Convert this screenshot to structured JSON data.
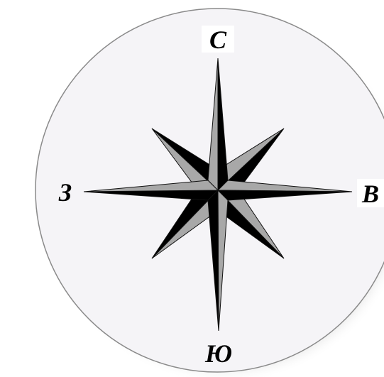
{
  "compass": {
    "labels": {
      "north": "С",
      "east": "В",
      "south": "Ю",
      "west": "З"
    },
    "colors": {
      "disc_fill": "#f5f4f7",
      "disc_stroke": "#8a8a8a",
      "dark_facet": "#000000",
      "light_facet": "#a8a8a8",
      "outline": "#111111",
      "shadow": "#c9c9c9"
    }
  }
}
